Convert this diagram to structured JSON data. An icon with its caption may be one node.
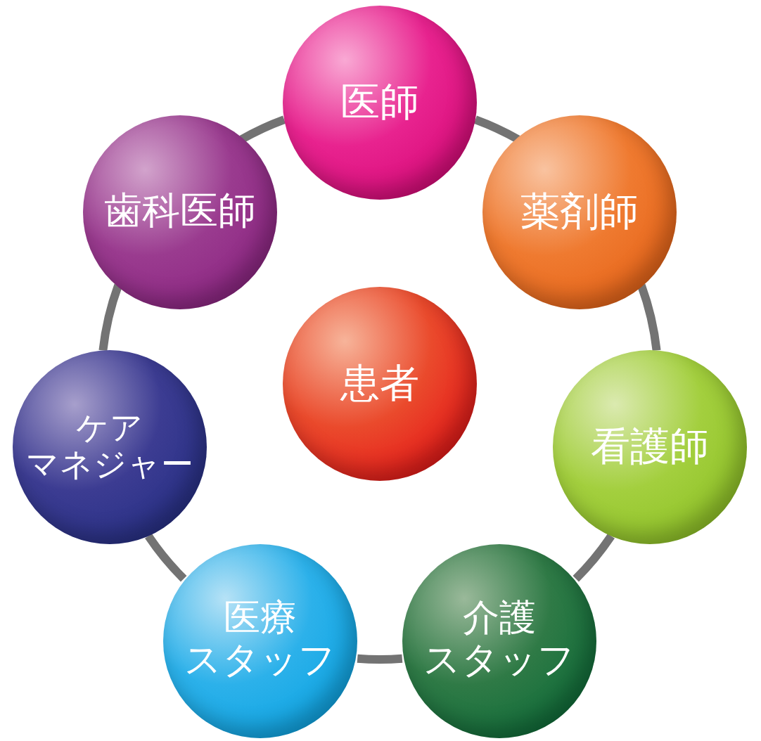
{
  "diagram": {
    "nodes": [
      {
        "text": [
          "医師"
        ]
      },
      {
        "text": [
          "薬剤師"
        ]
      },
      {
        "text": [
          "看護師"
        ]
      },
      {
        "text": [
          "介護スタッフ"
        ]
      },
      {
        "text": [
          "医療スタッフ"
        ]
      },
      {
        "text": [
          "ケアマネジャー"
        ]
      },
      {
        "text": [
          "歯科医師"
        ]
      },
      {
        "text": [
          "患者"
        ]
      }
    ],
    "edges": [
      {
        "from": 0,
        "to": 1,
        "arrow": "none"
      },
      {
        "from": 1,
        "to": 2,
        "arrow": "none"
      },
      {
        "from": 2,
        "to": 3,
        "arrow": "none"
      },
      {
        "from": 3,
        "to": 4,
        "arrow": "none"
      },
      {
        "from": 4,
        "to": 5,
        "arrow": "none"
      },
      {
        "from": 5,
        "to": 6,
        "arrow": "none"
      },
      {
        "from": 6,
        "to": 0,
        "arrow": "none"
      }
    ]
  }
}
